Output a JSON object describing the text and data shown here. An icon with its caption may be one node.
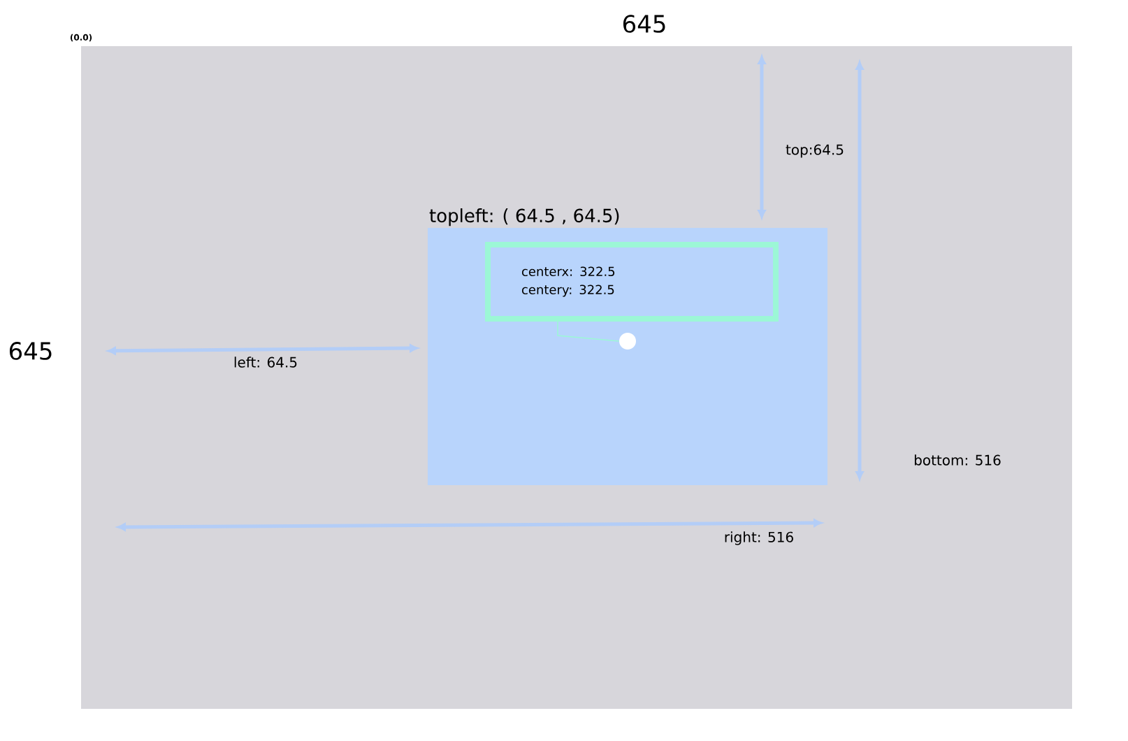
{
  "diagram": {
    "nodes": [
      {
        "text": [],
        "shape": "box"
      },
      {
        "text": [
          "topleft: ( 64.5 , 64.5)"
        ],
        "in": 0
      },
      {
        "text": [
          "centerx: 322.5",
          "centery: 322.5"
        ],
        "in": 1
      },
      {
        "text": [],
        "shape": "circle",
        "in": 1
      }
    ],
    "edges": [
      {
        "from": 2,
        "to": 3,
        "arrow": "none",
        "color": "#9cf7d6"
      }
    ],
    "labels": [
      "(0.0)",
      "645",
      "top:64.5",
      "645",
      "left: 64.5",
      "bottom: 516",
      "right: 516"
    ]
  }
}
